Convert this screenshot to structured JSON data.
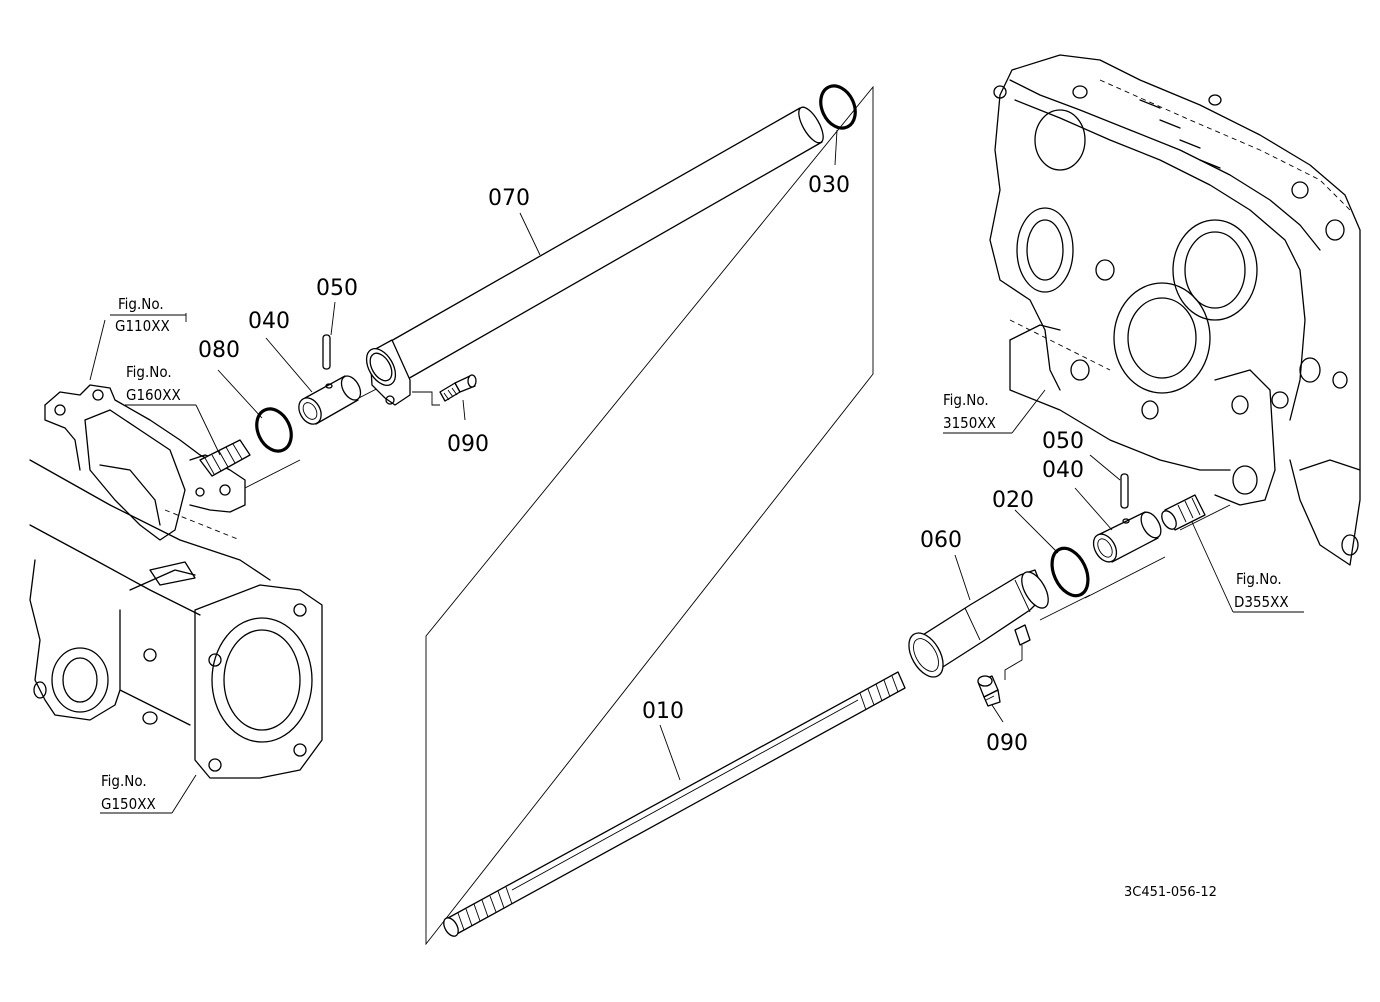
{
  "parts": {
    "p010": "010",
    "p020": "020",
    "p030": "030",
    "p040_left": "040",
    "p040_right": "040",
    "p050_left": "050",
    "p050_right": "050",
    "p060": "060",
    "p070": "070",
    "p080": "080",
    "p090_left": "090",
    "p090_right": "090"
  },
  "figure_refs": {
    "g110": {
      "line1": "Fig.No.",
      "line2": "G110XX"
    },
    "g160": {
      "line1": "Fig.No.",
      "line2": "G160XX"
    },
    "g150": {
      "line1": "Fig.No.",
      "line2": "G150XX"
    },
    "f3150": {
      "line1": "Fig.No.",
      "line2": "3150XX"
    },
    "d355": {
      "line1": "Fig.No.",
      "line2": "D355XX"
    }
  },
  "drawing_code": "3C451-056-12"
}
